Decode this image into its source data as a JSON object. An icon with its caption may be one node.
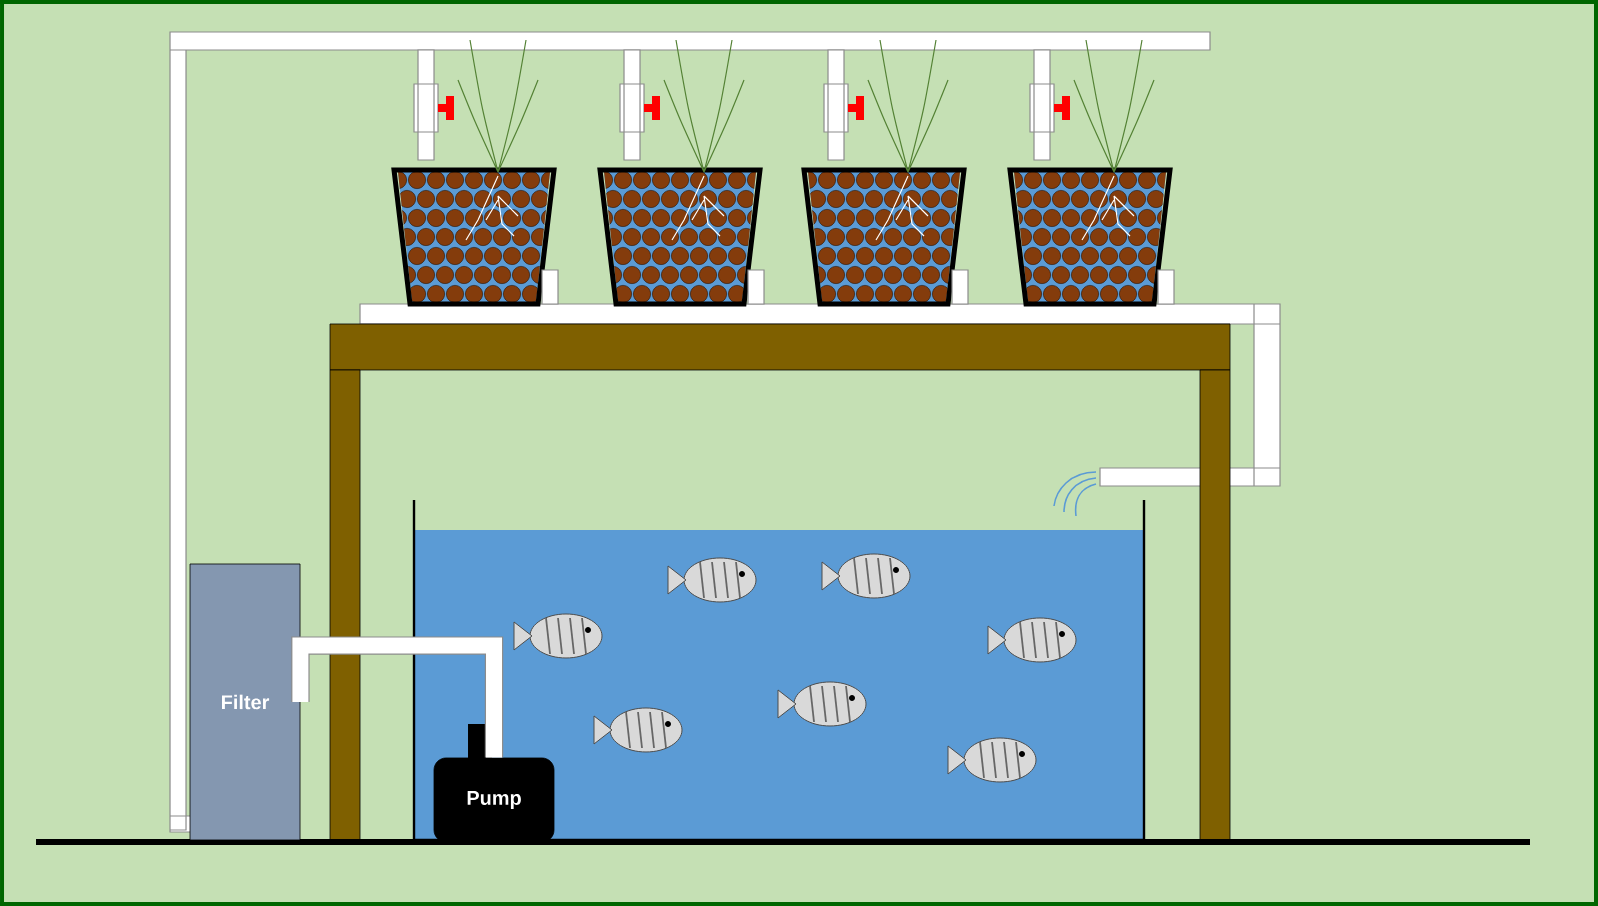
{
  "diagram": {
    "nodes": [
      {
        "text": [
          "Filter"
        ]
      },
      {
        "text": [
          "Pump"
        ]
      }
    ],
    "edges": [
      {
        "from": 1,
        "to": 0,
        "arrow": "none"
      }
    ]
  }
}
